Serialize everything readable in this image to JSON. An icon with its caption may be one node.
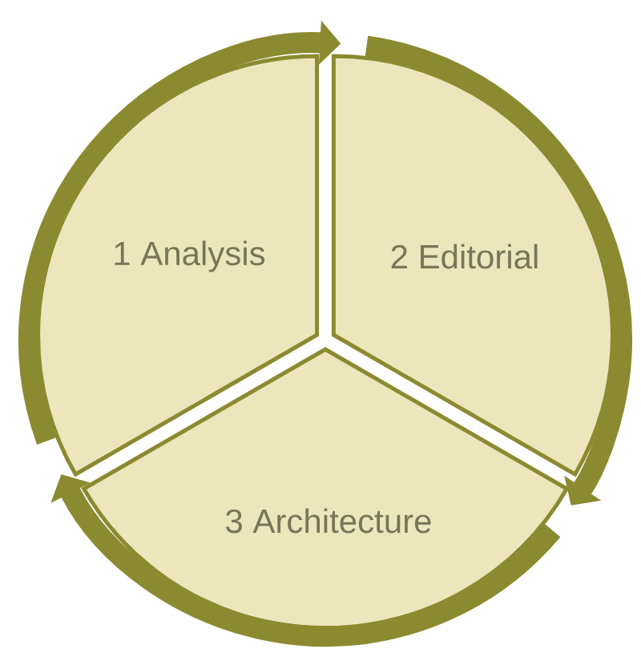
{
  "diagram": {
    "nodes": [
      {
        "text": [
          "1 Analysis"
        ]
      },
      {
        "text": [
          "2 Editorial"
        ]
      },
      {
        "text": [
          "3 Architecture"
        ]
      }
    ],
    "edges": [
      {
        "from": 0,
        "to": 1,
        "arrow": "to"
      },
      {
        "from": 1,
        "to": 2,
        "arrow": "to"
      },
      {
        "from": 2,
        "to": 0,
        "arrow": "to"
      }
    ]
  }
}
